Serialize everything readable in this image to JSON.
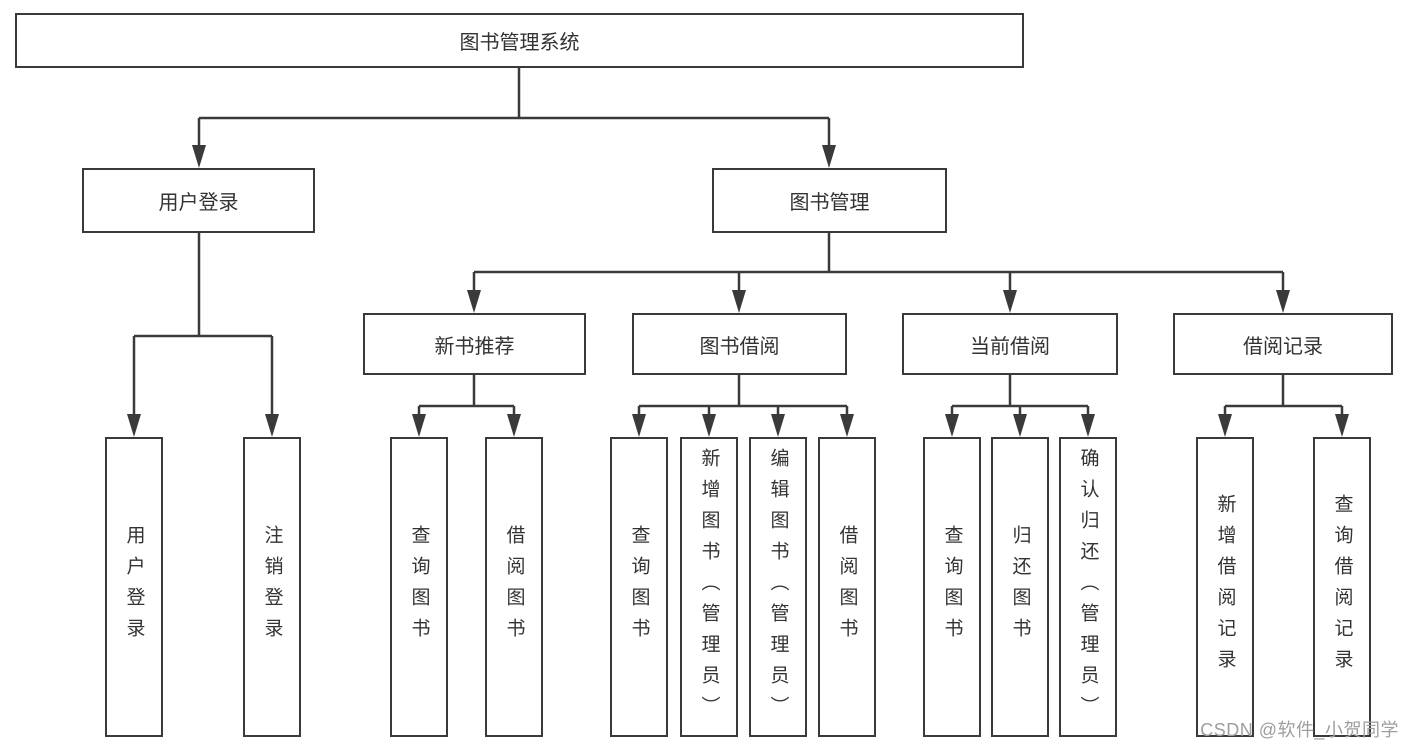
{
  "diagram": {
    "root": "图书管理系统",
    "level2": [
      "用户登录",
      "图书管理"
    ],
    "level3": [
      "新书推荐",
      "图书借阅",
      "当前借阅",
      "借阅记录"
    ],
    "leaves": {
      "login": [
        "用户登录",
        "注销登录"
      ],
      "recommend": [
        "查询图书",
        "借阅图书"
      ],
      "borrow": [
        "查询图书",
        "新增图书（管理员）",
        "编辑图书（管理员）",
        "借阅图书"
      ],
      "current": [
        "查询图书",
        "归还图书",
        "确认归还（管理员）"
      ],
      "records": [
        "新增借阅记录",
        "查询借阅记录"
      ]
    }
  },
  "watermark": "CSDN @软件_小贺同学",
  "colors": {
    "line": "#3a3a3a",
    "text": "#333333",
    "watermark": "#9e9e9e",
    "background": "#ffffff"
  }
}
